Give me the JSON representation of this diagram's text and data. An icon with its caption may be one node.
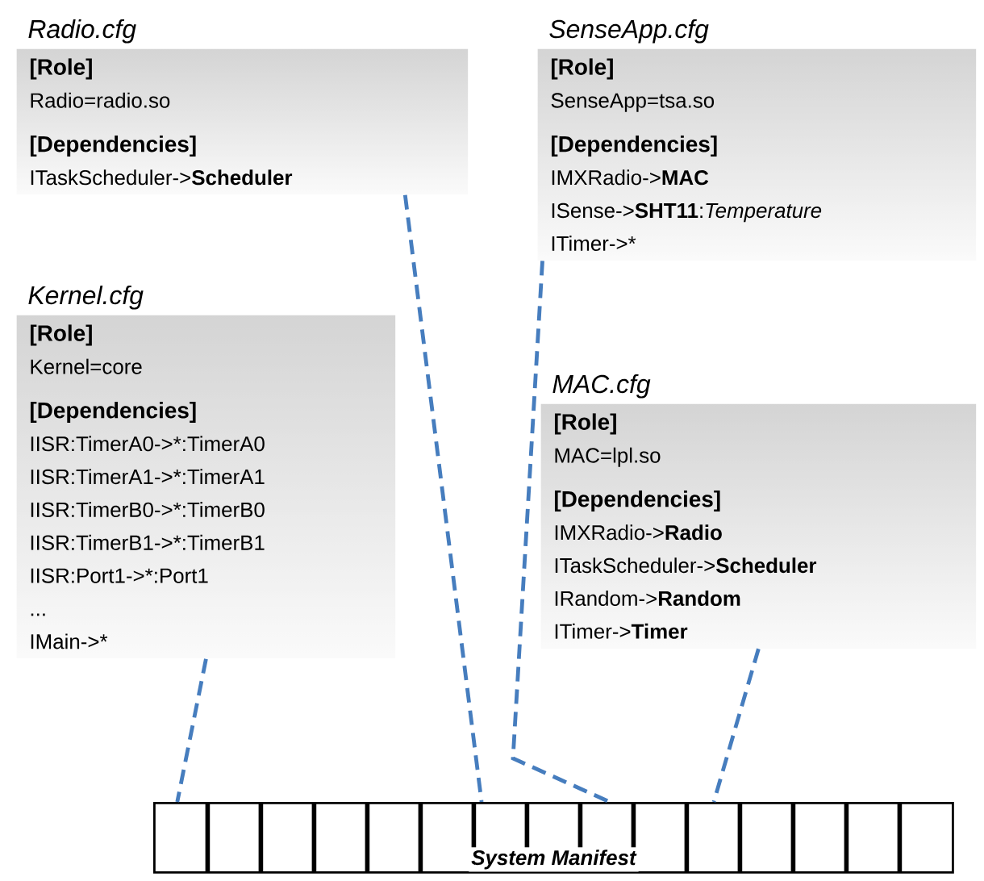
{
  "diagram": {
    "nodes": [
      {
        "text": [
          "Radio.cfg",
          "[Role]",
          "Radio=radio.so",
          "[Dependencies]",
          "ITaskScheduler->**Scheduler**"
        ]
      },
      {
        "text": [
          "SenseApp.cfg",
          "[Role]",
          "SenseApp=tsa.so",
          "[Dependencies]",
          "IMXRadio->**MAC**",
          "ISense->**SHT11**:*Temperature*",
          "ITimer->*"
        ]
      },
      {
        "text": [
          "Kernel.cfg",
          "[Role]",
          "Kernel=core",
          "[Dependencies]",
          "IISR:TimerA0->*:TimerA0",
          "IISR:TimerA1->*:TimerA1",
          "IISR:TimerB0->*:TimerB0",
          "IISR:TimerB1->*:TimerB1",
          "IISR:Port1->*:Port1",
          "...",
          "IMain->*"
        ]
      },
      {
        "text": [
          "MAC.cfg",
          "[Role]",
          "MAC=lpl.so",
          "[Dependencies]",
          "IMXRadio->**Radio**",
          "ITaskScheduler->**Scheduler**",
          "IRandom->**Random**",
          "ITimer->**Timer**"
        ]
      },
      {
        "text": [
          "System Manifest"
        ]
      }
    ],
    "edges": [
      {
        "from": 0,
        "to": 4,
        "arrow": "none",
        "style": "dashed"
      },
      {
        "from": 1,
        "to": 4,
        "arrow": "none",
        "style": "dashed"
      },
      {
        "from": 2,
        "to": 4,
        "arrow": "none",
        "style": "dashed"
      },
      {
        "from": 3,
        "to": 4,
        "arrow": "none",
        "style": "dashed"
      }
    ]
  }
}
